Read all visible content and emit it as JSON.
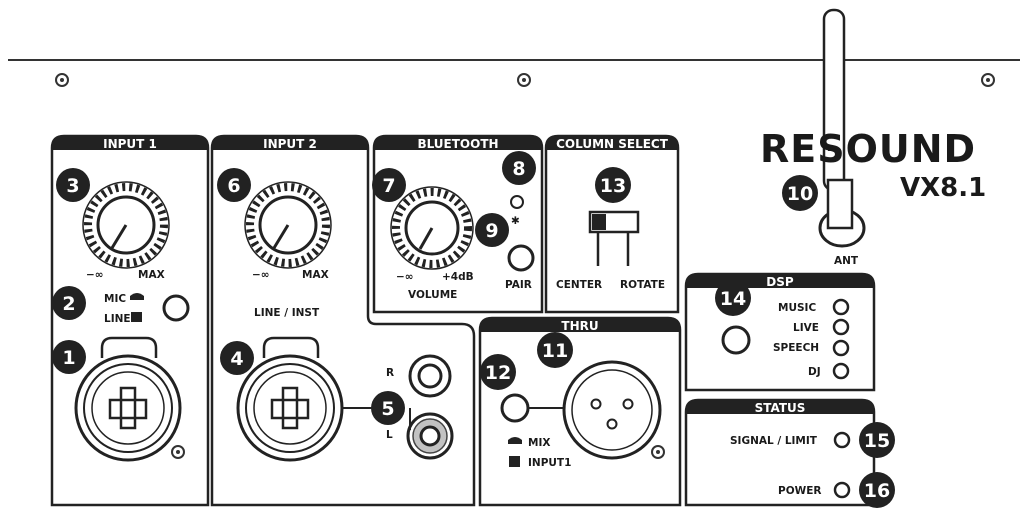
{
  "brand": {
    "name": "RESOUND",
    "model": "VX8.1"
  },
  "antenna_label": "ANT",
  "sections": {
    "input1": "INPUT 1",
    "input2": "INPUT 2",
    "bluetooth": "BLUETOOTH",
    "column_select": "COLUMN SELECT",
    "dsp": "DSP",
    "thru": "THRU",
    "status": "STATUS"
  },
  "labels": {
    "neg_inf": "−∞",
    "max": "MAX",
    "plus4db": "+4dB",
    "volume": "VOLUME",
    "mic": "MIC",
    "line": "LINE",
    "line_inst": "LINE / INST",
    "pair": "PAIR",
    "center": "CENTER",
    "rotate": "ROTATE",
    "music": "MUSIC",
    "live": "LIVE",
    "speech": "SPEECH",
    "dj": "DJ",
    "r": "R",
    "l": "L",
    "mix": "MIX",
    "input1": "INPUT1",
    "signal_limit": "SIGNAL / LIMIT",
    "power": "POWER",
    "bt_symbol": "✱"
  },
  "callouts": [
    "1",
    "2",
    "3",
    "4",
    "5",
    "6",
    "7",
    "8",
    "9",
    "10",
    "11",
    "12",
    "13",
    "14",
    "15",
    "16"
  ]
}
